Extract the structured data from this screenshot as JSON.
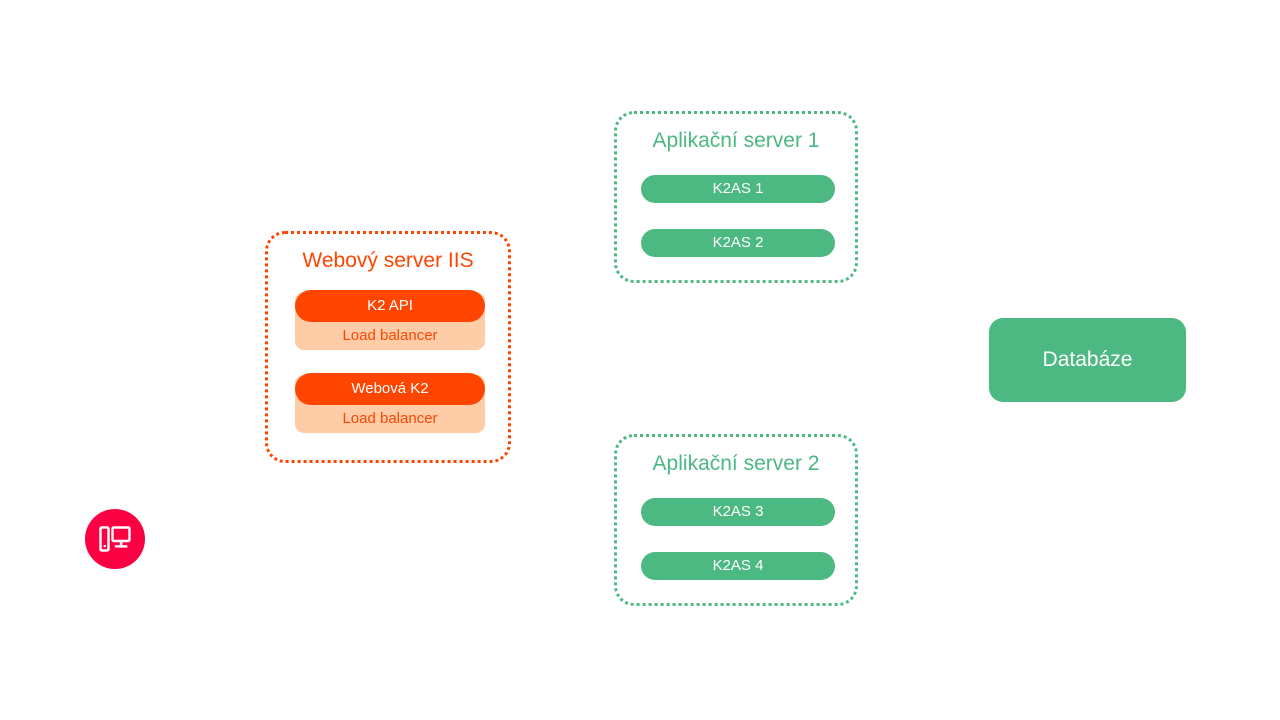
{
  "diagram": {
    "background_color": "#FFFFFF",
    "colors": {
      "orange": "#FF4500",
      "orange_light": "#FFCCA8",
      "green": "#4CB882",
      "red": "#FB0042",
      "text_on_fill": "#FFFFFF"
    },
    "web_server": {
      "title": "Webový server IIS",
      "units": [
        {
          "service": "K2 API",
          "balancer": "Load balancer"
        },
        {
          "service": "Webová K2",
          "balancer": "Load balancer"
        }
      ]
    },
    "app_servers": [
      {
        "title": "Aplikační server 1",
        "nodes": [
          "K2AS 1",
          "K2AS 2"
        ]
      },
      {
        "title": "Aplikační server 2",
        "nodes": [
          "K2AS 3",
          "K2AS 4"
        ]
      }
    ],
    "database": {
      "label": "Databáze"
    },
    "client": {
      "icon": "devices-monitor-icon"
    }
  }
}
